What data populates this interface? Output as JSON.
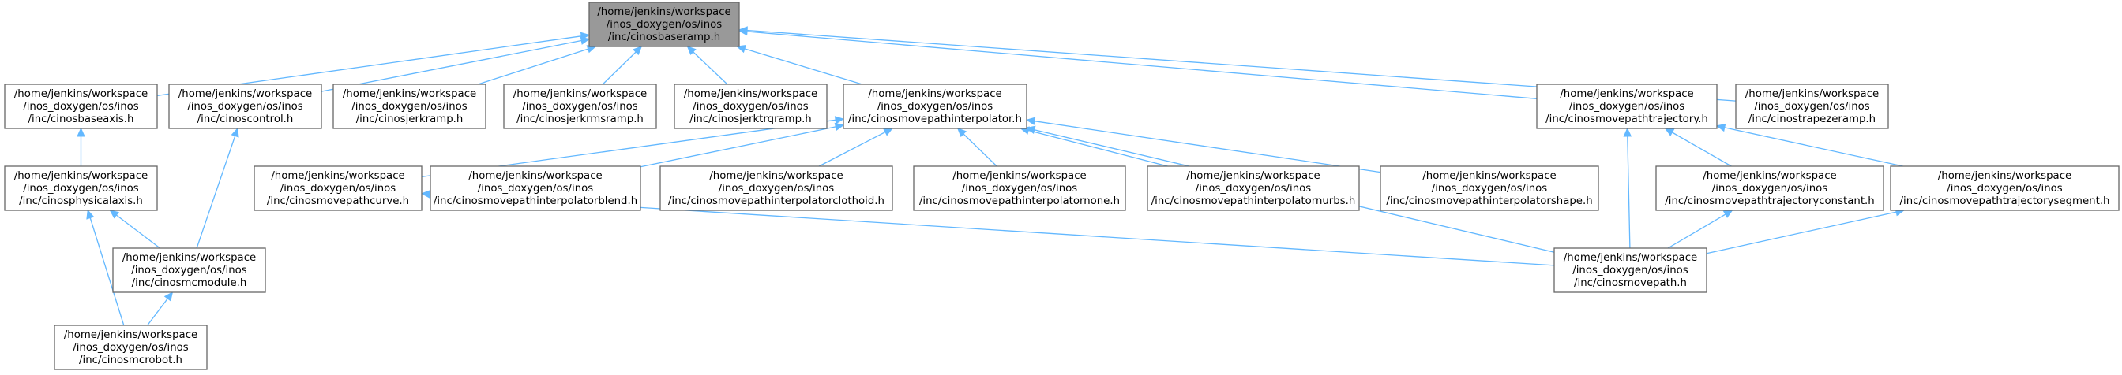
{
  "diagram": {
    "type": "include-dependency-graph",
    "colors": {
      "edge": "#63b8ff",
      "root_fill": "#999999",
      "node_fill": "#ffffff",
      "node_border": "#666666"
    },
    "nodes": [
      {
        "id": "baseramp",
        "role": "root",
        "lines": [
          "/home/jenkins/workspace",
          "/inos_doxygen/os/inos",
          "/inc/cinosbaseramp.h"
        ]
      },
      {
        "id": "baseaxis",
        "lines": [
          "/home/jenkins/workspace",
          "/inos_doxygen/os/inos",
          "/inc/cinosbaseaxis.h"
        ]
      },
      {
        "id": "control",
        "lines": [
          "/home/jenkins/workspace",
          "/inos_doxygen/os/inos",
          "/inc/cinoscontrol.h"
        ]
      },
      {
        "id": "jerkramp",
        "lines": [
          "/home/jenkins/workspace",
          "/inos_doxygen/os/inos",
          "/inc/cinosjerkramp.h"
        ]
      },
      {
        "id": "jerkrmsramp",
        "lines": [
          "/home/jenkins/workspace",
          "/inos_doxygen/os/inos",
          "/inc/cinosjerkrmsramp.h"
        ]
      },
      {
        "id": "jerktrqramp",
        "lines": [
          "/home/jenkins/workspace",
          "/inos_doxygen/os/inos",
          "/inc/cinosjerktrqramp.h"
        ]
      },
      {
        "id": "interp",
        "lines": [
          "/home/jenkins/workspace",
          "/inos_doxygen/os/inos",
          "/inc/cinosmovepathinterpolator.h"
        ]
      },
      {
        "id": "trajectory",
        "lines": [
          "/home/jenkins/workspace",
          "/inos_doxygen/os/inos",
          "/inc/cinosmovepathtrajectory.h"
        ]
      },
      {
        "id": "trapezeramp",
        "lines": [
          "/home/jenkins/workspace",
          "/inos_doxygen/os/inos",
          "/inc/cinostrapezeramp.h"
        ]
      },
      {
        "id": "physicalaxis",
        "lines": [
          "/home/jenkins/workspace",
          "/inos_doxygen/os/inos",
          "/inc/cinosphysicalaxis.h"
        ]
      },
      {
        "id": "curve",
        "lines": [
          "/home/jenkins/workspace",
          "/inos_doxygen/os/inos",
          "/inc/cinosmovepathcurve.h"
        ]
      },
      {
        "id": "blend",
        "lines": [
          "/home/jenkins/workspace",
          "/inos_doxygen/os/inos",
          "/inc/cinosmovepathinterpolatorblend.h"
        ]
      },
      {
        "id": "clothoid",
        "lines": [
          "/home/jenkins/workspace",
          "/inos_doxygen/os/inos",
          "/inc/cinosmovepathinterpolatorclothoid.h"
        ]
      },
      {
        "id": "none",
        "lines": [
          "/home/jenkins/workspace",
          "/inos_doxygen/os/inos",
          "/inc/cinosmovepathinterpolatornone.h"
        ]
      },
      {
        "id": "nurbs",
        "lines": [
          "/home/jenkins/workspace",
          "/inos_doxygen/os/inos",
          "/inc/cinosmovepathinterpolatornurbs.h"
        ]
      },
      {
        "id": "shape",
        "lines": [
          "/home/jenkins/workspace",
          "/inos_doxygen/os/inos",
          "/inc/cinosmovepathinterpolatorshape.h"
        ]
      },
      {
        "id": "trajconst",
        "lines": [
          "/home/jenkins/workspace",
          "/inos_doxygen/os/inos",
          "/inc/cinosmovepathtrajectoryconstant.h"
        ]
      },
      {
        "id": "trajseg",
        "lines": [
          "/home/jenkins/workspace",
          "/inos_doxygen/os/inos",
          "/inc/cinosmovepathtrajectorysegment.h"
        ]
      },
      {
        "id": "mcmodule",
        "lines": [
          "/home/jenkins/workspace",
          "/inos_doxygen/os/inos",
          "/inc/cinosmcmodule.h"
        ]
      },
      {
        "id": "movepath",
        "lines": [
          "/home/jenkins/workspace",
          "/inos_doxygen/os/inos",
          "/inc/cinosmovepath.h"
        ]
      },
      {
        "id": "mcrobot",
        "lines": [
          "/home/jenkins/workspace",
          "/inos_doxygen/os/inos",
          "/inc/cinosmcrobot.h"
        ]
      }
    ],
    "edges": [
      {
        "from": "baseaxis",
        "to": "baseramp"
      },
      {
        "from": "control",
        "to": "baseramp"
      },
      {
        "from": "jerkramp",
        "to": "baseramp"
      },
      {
        "from": "jerkrmsramp",
        "to": "baseramp"
      },
      {
        "from": "jerktrqramp",
        "to": "baseramp"
      },
      {
        "from": "interp",
        "to": "baseramp"
      },
      {
        "from": "trajectory",
        "to": "baseramp"
      },
      {
        "from": "trapezeramp",
        "to": "baseramp"
      },
      {
        "from": "physicalaxis",
        "to": "baseaxis"
      },
      {
        "from": "mcmodule",
        "to": "physicalaxis"
      },
      {
        "from": "mcrobot",
        "to": "physicalaxis"
      },
      {
        "from": "mcmodule",
        "to": "control"
      },
      {
        "from": "mcrobot",
        "to": "mcmodule"
      },
      {
        "from": "curve",
        "to": "interp"
      },
      {
        "from": "blend",
        "to": "interp"
      },
      {
        "from": "clothoid",
        "to": "interp"
      },
      {
        "from": "none",
        "to": "interp"
      },
      {
        "from": "nurbs",
        "to": "interp"
      },
      {
        "from": "shape",
        "to": "interp"
      },
      {
        "from": "movepath",
        "to": "interp"
      },
      {
        "from": "movepath",
        "to": "curve"
      },
      {
        "from": "movepath",
        "to": "trajectory"
      },
      {
        "from": "trajconst",
        "to": "trajectory"
      },
      {
        "from": "trajseg",
        "to": "trajectory"
      },
      {
        "from": "movepath",
        "to": "trajconst"
      },
      {
        "from": "movepath",
        "to": "trajseg"
      }
    ]
  }
}
